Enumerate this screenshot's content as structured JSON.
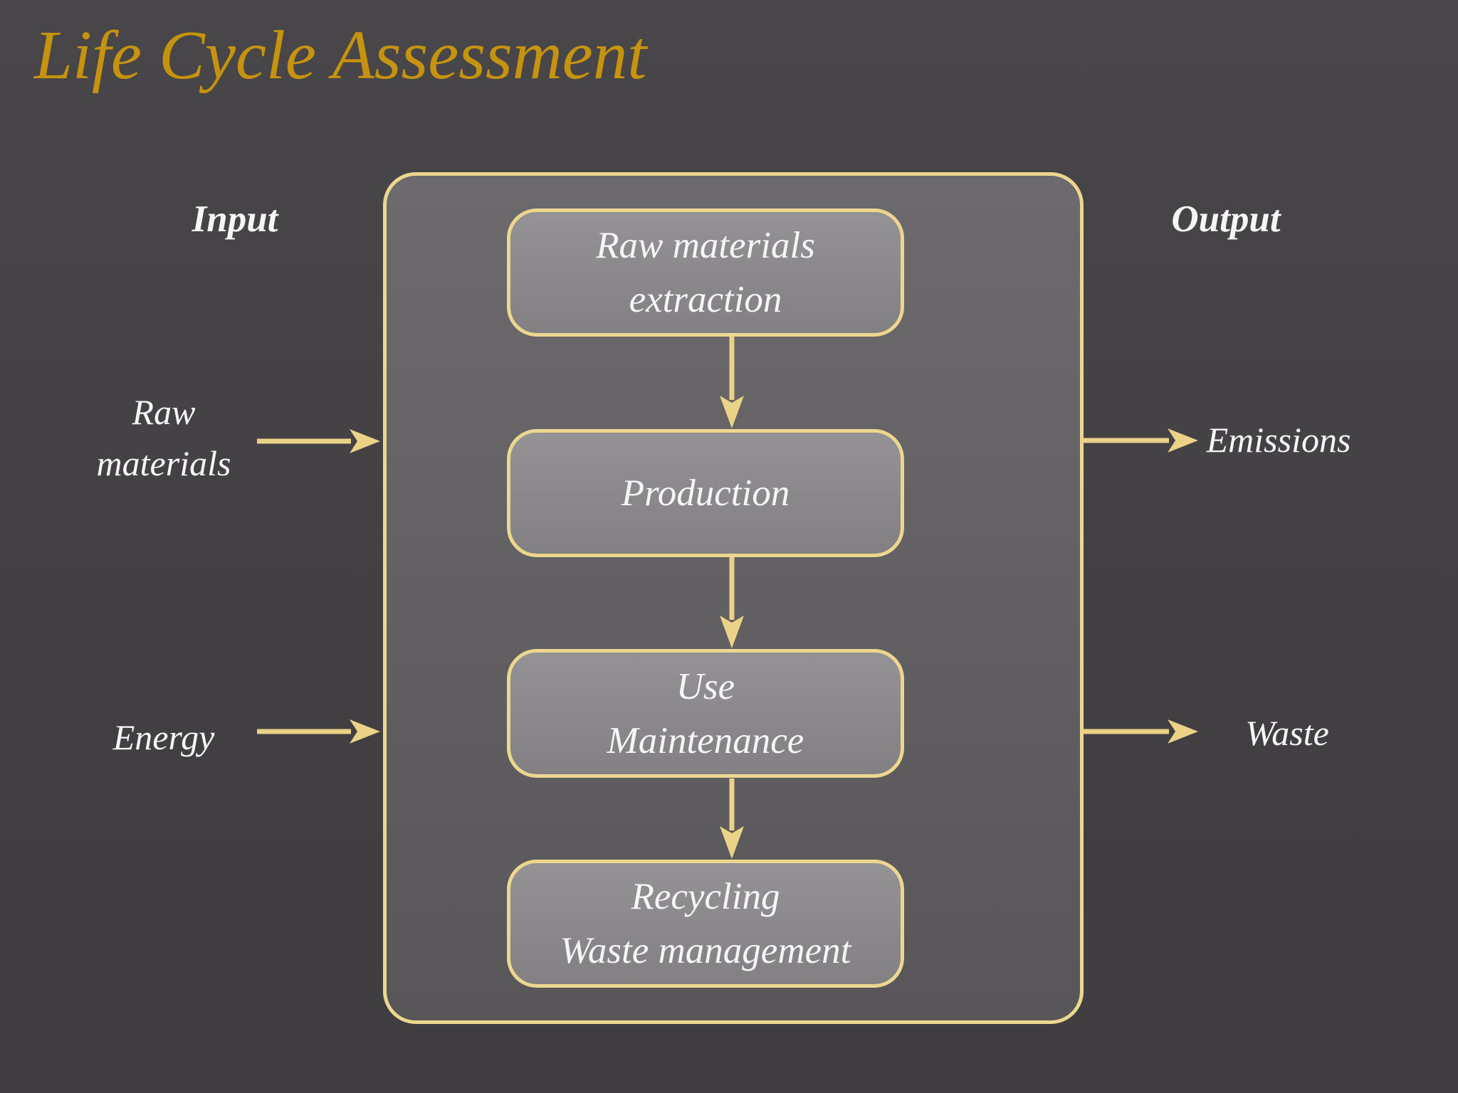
{
  "title": "Life Cycle Assessment",
  "colors": {
    "background": "#434043",
    "container_fill": "#626062",
    "process_box_fill": "#8a888a",
    "gold_outline": "#edd78e",
    "gold_arrow": "#ead287",
    "gold_title": "#c6930e",
    "text_white": "#f7f6f7"
  },
  "diagram": {
    "stages": [
      {
        "lines": [
          "Raw materials",
          "extraction"
        ]
      },
      {
        "lines": [
          "Production"
        ]
      },
      {
        "lines": [
          "Use",
          "Maintenance"
        ]
      },
      {
        "lines": [
          "Recycling",
          "Waste management"
        ]
      }
    ],
    "input": {
      "heading": "Input",
      "items": [
        {
          "lines": [
            "Raw",
            "materials"
          ]
        },
        {
          "lines": [
            "Energy"
          ]
        }
      ]
    },
    "output": {
      "heading": "Output",
      "items": [
        {
          "lines": [
            "Emissions"
          ]
        },
        {
          "lines": [
            "Waste"
          ]
        }
      ]
    }
  }
}
